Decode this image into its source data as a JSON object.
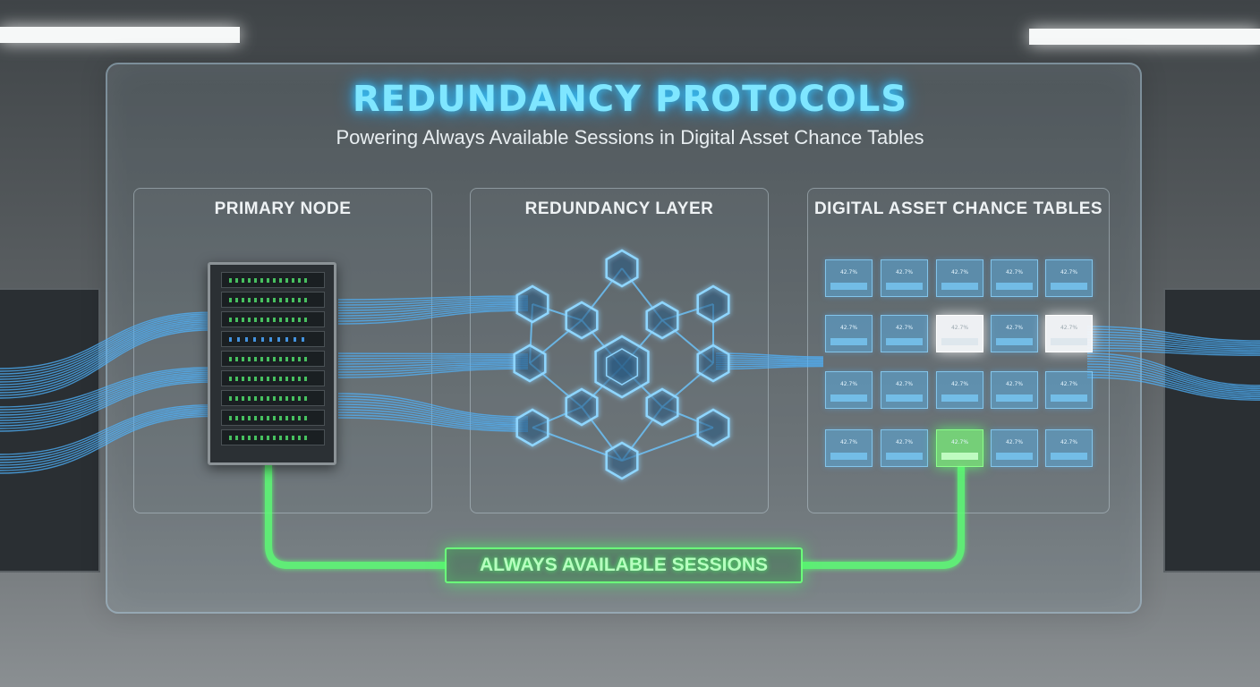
{
  "header": {
    "title": "REDUNDANCY PROTOCOLS",
    "subtitle": "Powering Always Available Sessions in Digital Asset Chance Tables"
  },
  "sections": {
    "primary": {
      "title": "PRIMARY NODE"
    },
    "redundancy": {
      "title": "REDUNDANCY LAYER"
    },
    "tables": {
      "title": "DIGITAL ASSET CHANCE TABLES",
      "cell_value": "42.7%",
      "highlights": {
        "white": [
          [
            1,
            2
          ],
          [
            1,
            4
          ]
        ],
        "green": [
          [
            3,
            2
          ]
        ]
      }
    }
  },
  "footer": {
    "badge_label": "ALWAYS AVAILABLE SESSIONS"
  },
  "colors": {
    "title_glow": "#39c8ff",
    "network_blue": "#4fb4ff",
    "session_green": "#5cff74",
    "server_led_green": "#4fdc6a"
  },
  "icons": [
    "server-rack-icon",
    "hexagon-node-icon",
    "fiber-cable-icon"
  ]
}
